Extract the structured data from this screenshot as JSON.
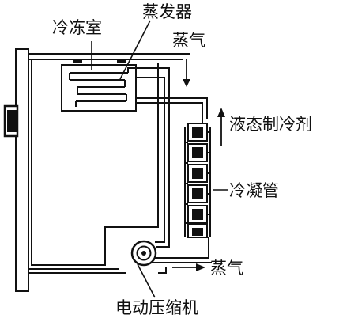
{
  "labels": {
    "freezer": "冷冻室",
    "evaporator": "蒸发器",
    "vapor_top": "蒸气",
    "liquid_refrigerant": "液态制冷剂",
    "condenser": "冷凝管",
    "vapor_bottom": "蒸气",
    "compressor": "电动压缩机"
  },
  "colors": {
    "ink": "#111111",
    "background": "#ffffff"
  }
}
